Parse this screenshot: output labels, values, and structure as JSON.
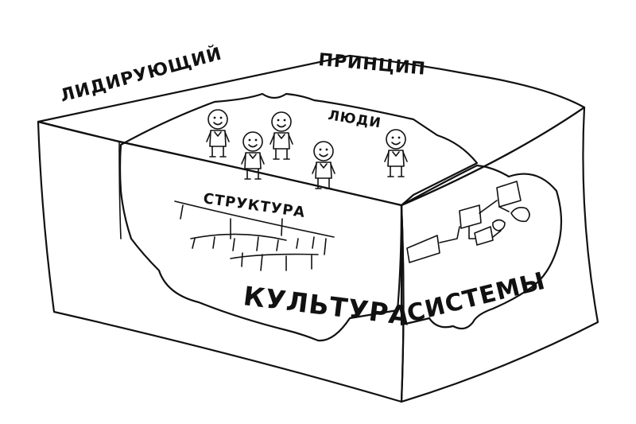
{
  "labels": {
    "leading": "ЛИДИРУЮЩИЙ",
    "principle": "ПРИНЦИП",
    "people": "ЛЮДИ",
    "structure": "СТРУКТУРА",
    "culture": "КУЛЬТУРА",
    "systems": "СИСТЕМЫ"
  },
  "people_count": 5,
  "colors": {
    "ink": "#111111",
    "paper": "#ffffff"
  }
}
